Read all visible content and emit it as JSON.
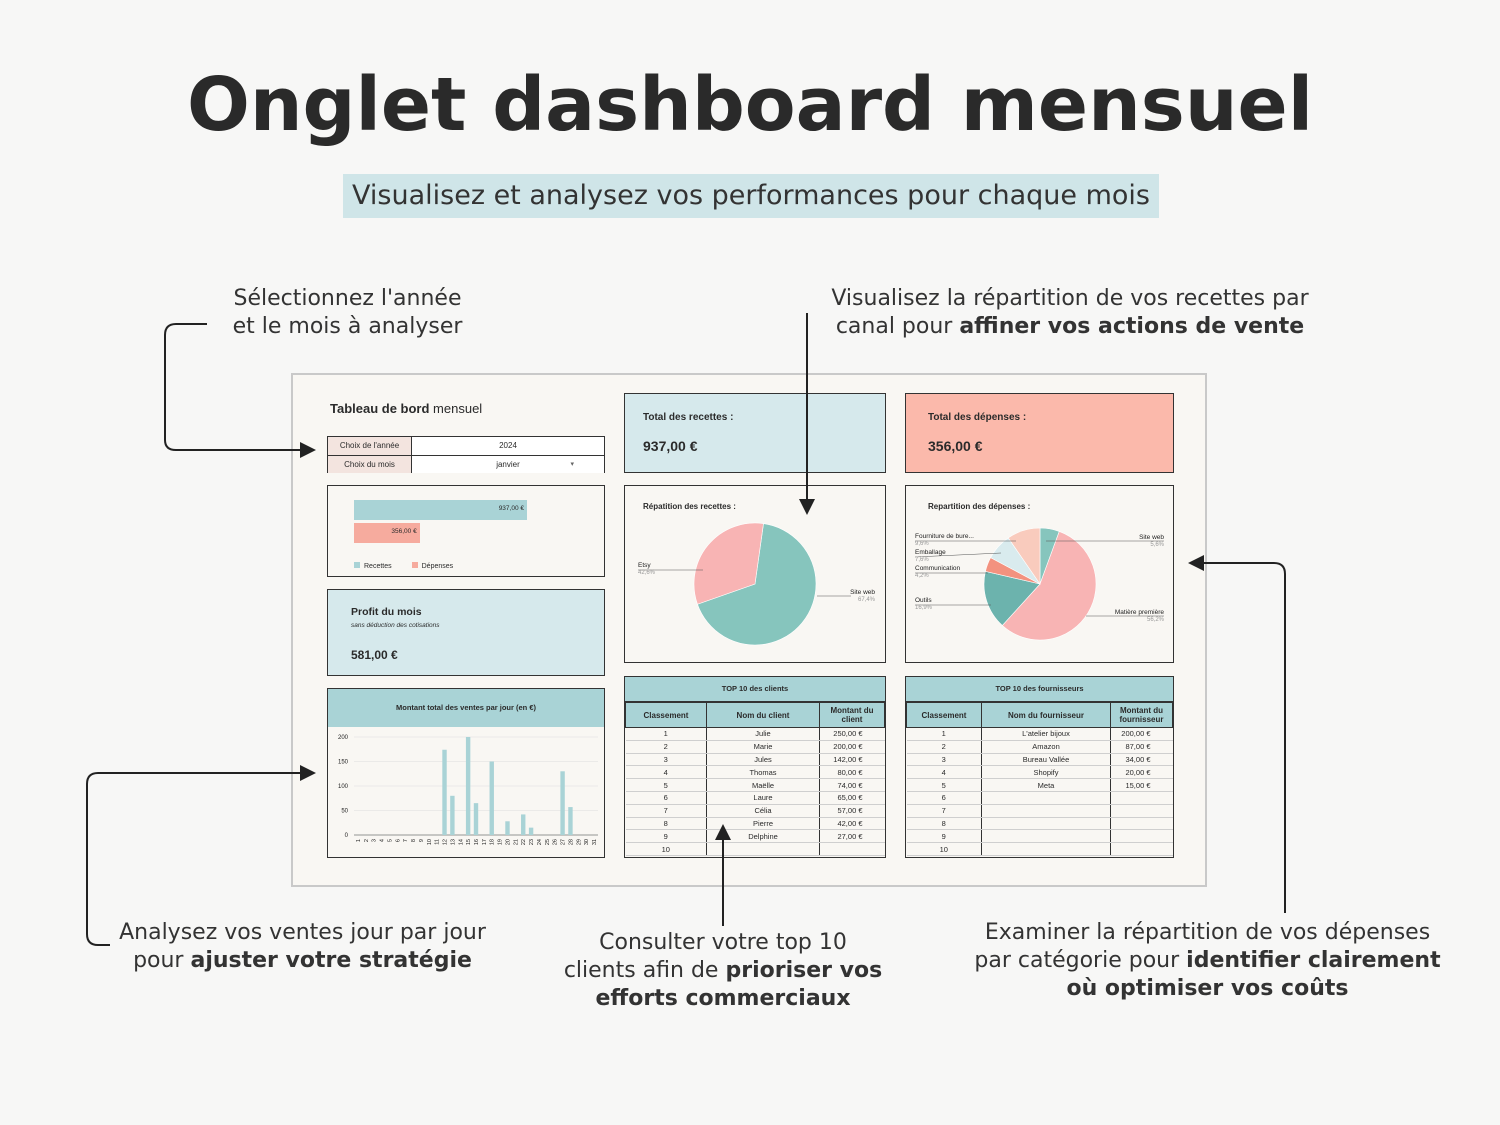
{
  "title": "Onglet dashboard mensuel",
  "subtitle": "Visualisez et analysez vos performances pour chaque mois",
  "callouts": {
    "select": {
      "line1": "Sélectionnez l'année",
      "line2": "et le mois à analyser"
    },
    "channel": {
      "line1": "Visualisez la répartition de vos recettes par",
      "line2_plain": "canal pour ",
      "line2_bold": "affiner vos actions de vente"
    },
    "daily": {
      "line1": "Analysez vos ventes jour par jour",
      "line2_plain": "pour ",
      "line2_bold": "ajuster votre stratégie"
    },
    "top": {
      "line1": "Consulter votre top 10",
      "line2_plain": "clients afin de ",
      "line2_bold": "prioriser vos",
      "line3_bold": "efforts commerciaux"
    },
    "expenses": {
      "line1": "Examiner la répartition de vos dépenses",
      "line2_plain": "par catégorie pour ",
      "line2_bold": "identifier clairement",
      "line3_bold": "où optimiser vos coûts"
    }
  },
  "dashboard": {
    "heading_bold": "Tableau de bord",
    "heading_rest": " mensuel",
    "year_label": "Choix de l'année",
    "year_value": "2024",
    "month_label": "Choix du mois",
    "month_value": "janvier",
    "recettes_label": "Total des recettes :",
    "recettes_value": "937,00 €",
    "depenses_label": "Total des dépenses :",
    "depenses_value": "356,00 €",
    "profit_label": "Profit du mois",
    "profit_note": "sans déduction des cotisations",
    "profit_value": "581,00 €",
    "colors": {
      "teal": "#a9d3d6",
      "salmon": "#f6ab9e",
      "pie_teal": "#86c5bd",
      "pie_pink": "#f8b4b4"
    }
  },
  "bar_summary": {
    "bars": [
      {
        "label": "937,00 €",
        "value": 937,
        "color": "#a9d3d6"
      },
      {
        "label": "356,00 €",
        "value": 356,
        "color": "#f6ab9e"
      }
    ],
    "legend": [
      "Recettes",
      "Dépenses"
    ]
  },
  "pie_recettes": {
    "title": "Répatition des recettes :",
    "slices": [
      {
        "name": "Site web",
        "pct": "67,4%",
        "value": 67.4,
        "color": "#86c5bd"
      },
      {
        "name": "Etsy",
        "pct": "42,6%",
        "value": 32.6,
        "color": "#f8b4b4"
      }
    ]
  },
  "pie_depenses": {
    "title": "Repartition des dépenses :",
    "slices": [
      {
        "name": "Site web",
        "pct": "5,6%",
        "value": 5.6,
        "color": "#86c5bd"
      },
      {
        "name": "Matière première",
        "pct": "56,2%",
        "value": 56.2,
        "color": "#f8b4b4"
      },
      {
        "name": "Outils",
        "pct": "16,9%",
        "value": 16.9,
        "color": "#6cb3ad"
      },
      {
        "name": "Communication",
        "pct": "4,2%",
        "value": 4.2,
        "color": "#f3927f"
      },
      {
        "name": "Emballage",
        "pct": "7,6%",
        "value": 7.6,
        "color": "#d9ebee"
      },
      {
        "name": "Fourniture de bure...",
        "pct": "9,6%",
        "value": 9.6,
        "color": "#f9cbbd"
      }
    ]
  },
  "chart_data": {
    "type": "bar",
    "title": "Montant total des ventes par jour (en €)",
    "categories": [
      "1",
      "2",
      "3",
      "4",
      "5",
      "6",
      "7",
      "8",
      "9",
      "10",
      "11",
      "12",
      "13",
      "14",
      "15",
      "16",
      "17",
      "18",
      "19",
      "20",
      "21",
      "22",
      "23",
      "24",
      "25",
      "26",
      "27",
      "28",
      "29",
      "30",
      "31"
    ],
    "values": [
      0,
      0,
      0,
      0,
      0,
      0,
      0,
      0,
      0,
      0,
      0,
      174,
      80,
      0,
      200,
      65,
      0,
      150,
      0,
      28,
      0,
      42,
      15,
      0,
      0,
      0,
      130,
      57,
      0,
      0,
      0
    ],
    "ylim": [
      0,
      200
    ],
    "yticks": [
      "200",
      "150",
      "100",
      "50",
      "0"
    ],
    "color": "#a9d3d6"
  },
  "top_clients": {
    "title": "TOP 10 des clients",
    "headers": [
      "Classement",
      "Nom du client",
      "Montant du client"
    ],
    "rows": [
      [
        "1",
        "Julie",
        "250,00 €"
      ],
      [
        "2",
        "Marie",
        "200,00 €"
      ],
      [
        "3",
        "Jules",
        "142,00 €"
      ],
      [
        "4",
        "Thomas",
        "80,00 €"
      ],
      [
        "5",
        "Maëlle",
        "74,00 €"
      ],
      [
        "6",
        "Laure",
        "65,00 €"
      ],
      [
        "7",
        "Célia",
        "57,00 €"
      ],
      [
        "8",
        "Pierre",
        "42,00 €"
      ],
      [
        "9",
        "Delphine",
        "27,00 €"
      ],
      [
        "10",
        "",
        ""
      ]
    ]
  },
  "top_fournisseurs": {
    "title": "TOP 10 des fournisseurs",
    "headers": [
      "Classement",
      "Nom du fournisseur",
      "Montant du fournisseur"
    ],
    "rows": [
      [
        "1",
        "L'atelier bijoux",
        "200,00 €"
      ],
      [
        "2",
        "Amazon",
        "87,00 €"
      ],
      [
        "3",
        "Bureau Vallée",
        "34,00 €"
      ],
      [
        "4",
        "Shopify",
        "20,00 €"
      ],
      [
        "5",
        "Meta",
        "15,00 €"
      ],
      [
        "6",
        "",
        ""
      ],
      [
        "7",
        "",
        ""
      ],
      [
        "8",
        "",
        ""
      ],
      [
        "9",
        "",
        ""
      ],
      [
        "10",
        "",
        ""
      ]
    ]
  }
}
